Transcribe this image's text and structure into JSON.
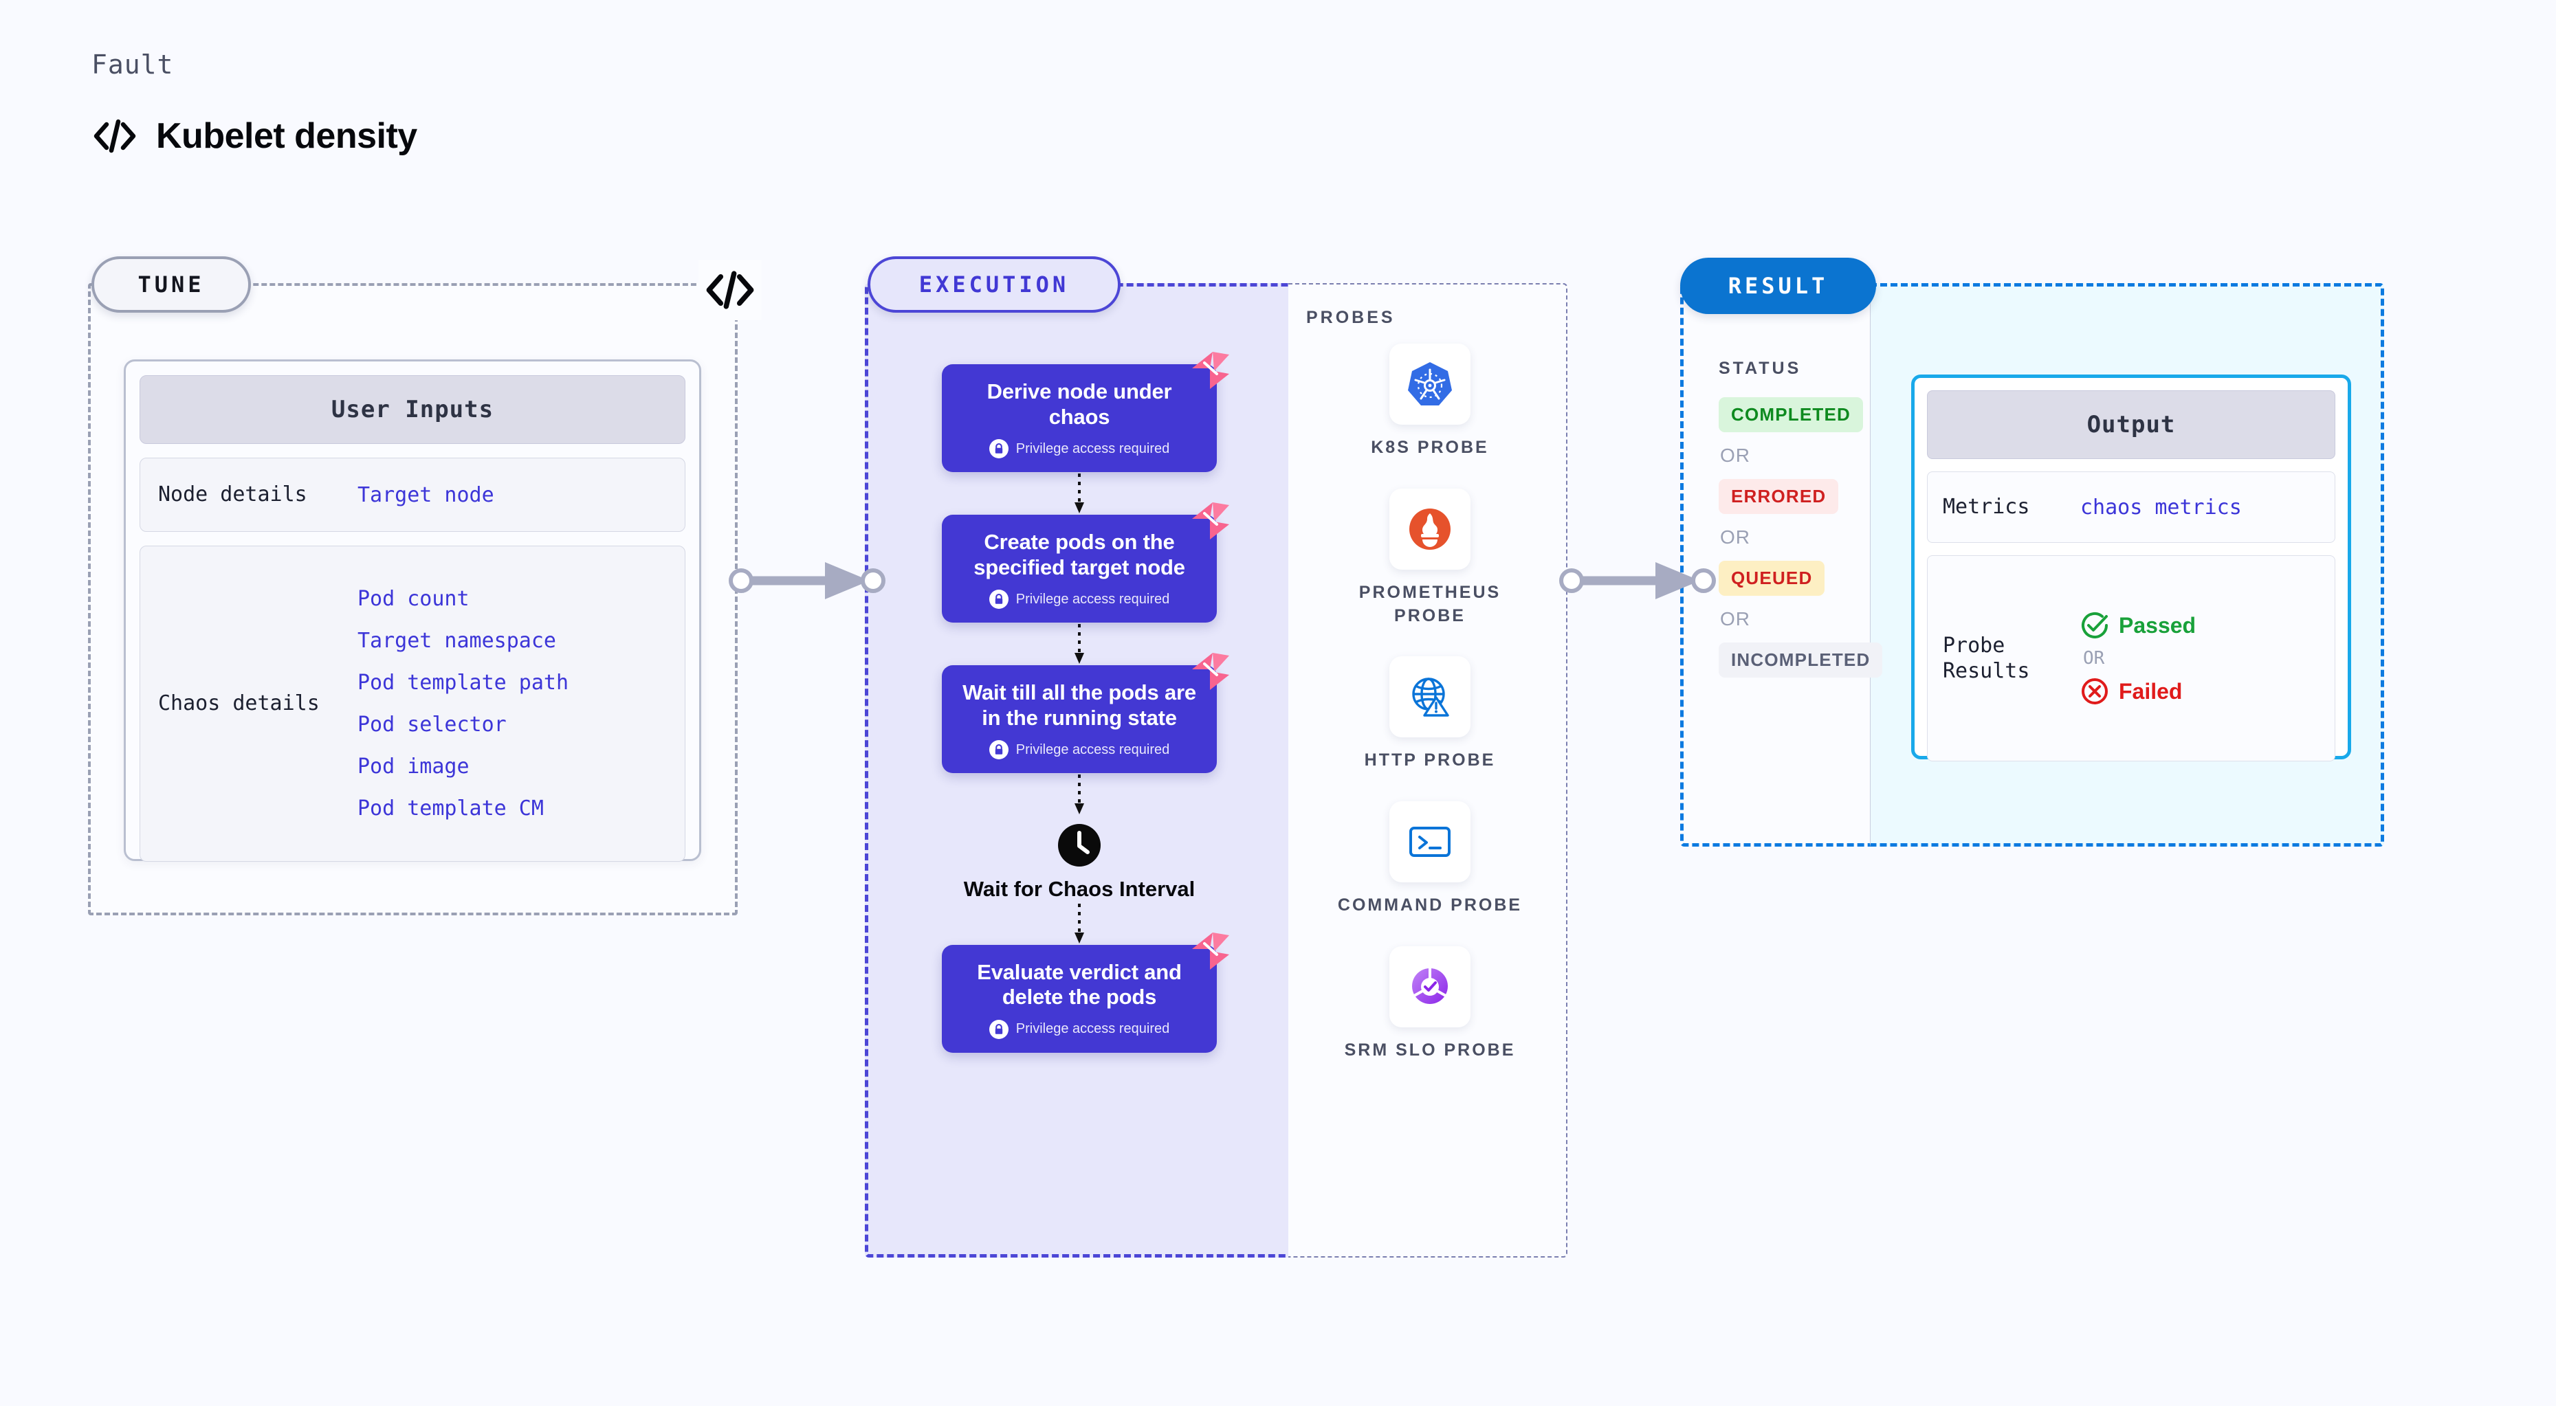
{
  "header": {
    "eyebrow": "Fault",
    "title": "Kubelet density",
    "icon": "code-icon"
  },
  "sections": {
    "tune": {
      "badge": "TUNE",
      "divider_icon": "code-icon"
    },
    "execution": {
      "badge": "EXECUTION"
    },
    "result": {
      "badge": "RESULT"
    }
  },
  "user_inputs": {
    "header": "User Inputs",
    "rows": [
      {
        "label": "Node details",
        "values": [
          "Target node"
        ]
      },
      {
        "label": "Chaos details",
        "values": [
          "Pod count",
          "Target namespace",
          "Pod template path",
          "Pod selector",
          "Pod image",
          "Pod template CM"
        ]
      }
    ]
  },
  "execution_steps": [
    {
      "title": "Derive node under chaos",
      "note": "Privilege access required",
      "icon": "lock-icon",
      "ribbon": "harness-ribbon-icon",
      "type": "card"
    },
    {
      "title": "Create pods on the specified target node",
      "note": "Privilege access required",
      "icon": "lock-icon",
      "ribbon": "harness-ribbon-icon",
      "type": "card"
    },
    {
      "title": "Wait till all the pods are in the running state",
      "note": "Privilege access required",
      "icon": "lock-icon",
      "ribbon": "harness-ribbon-icon",
      "type": "card"
    },
    {
      "title": "Wait for Chaos Interval",
      "icon": "clock-icon",
      "type": "wait"
    },
    {
      "title": "Evaluate verdict and delete the pods",
      "note": "Privilege access required",
      "icon": "lock-icon",
      "ribbon": "harness-ribbon-icon",
      "type": "card"
    }
  ],
  "probes": {
    "title": "PROBES",
    "items": [
      {
        "label": "K8S PROBE",
        "icon": "kubernetes-icon"
      },
      {
        "label": "PROMETHEUS PROBE",
        "icon": "prometheus-icon"
      },
      {
        "label": "HTTP PROBE",
        "icon": "globe-warning-icon"
      },
      {
        "label": "COMMAND PROBE",
        "icon": "terminal-icon"
      },
      {
        "label": "SRM SLO PROBE",
        "icon": "slo-gauge-icon"
      }
    ]
  },
  "result": {
    "status_title": "STATUS",
    "or_label": "OR",
    "statuses": [
      {
        "label": "COMPLETED",
        "bg": "#d9f5dc",
        "fg": "#0e8a1f"
      },
      {
        "label": "ERRORED",
        "bg": "#fdeaea",
        "fg": "#cf2020"
      },
      {
        "label": "QUEUED",
        "bg": "#fdefc3",
        "fg": "#cf2020"
      },
      {
        "label": "INCOMPLETED",
        "bg": "#f1f2f7",
        "fg": "#5a6076"
      }
    ]
  },
  "output": {
    "header": "Output",
    "metrics_label": "Metrics",
    "metrics_value": "chaos metrics",
    "probe_results_label": "Probe Results",
    "or_label": "OR",
    "verdicts": [
      {
        "label": "Passed",
        "icon": "check-circle-icon",
        "color": "#19a13a"
      },
      {
        "label": "Failed",
        "icon": "x-circle-icon",
        "color": "#e01b1b"
      }
    ]
  },
  "colors": {
    "background": "#f9faff",
    "tune_border": "#9aa0b4",
    "execution_border": "#4c46d6",
    "execution_fill": "#e7e7fb",
    "result_border": "#0d7ae0",
    "result_fill": "#ecfaff",
    "step_card": "#4338d3",
    "accent_link": "#3c35d8",
    "output_border": "#19a9ea",
    "ribbon": "#f8648f"
  }
}
